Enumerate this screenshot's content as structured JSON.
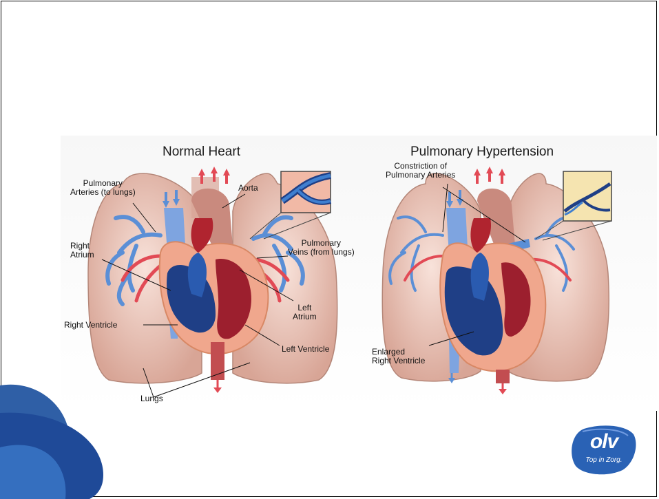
{
  "normal_heart": {
    "title": "Normal Heart",
    "labels": {
      "pulmonary_arteries": "Pulmonary\nArteries (to lungs)",
      "aorta": "Aorta",
      "right_atrium": "Right\nAtrium",
      "pulmonary_veins": "Pulmonary\nVeins (from lungs)",
      "left_atrium": "Left\nAtrium",
      "right_ventricle": "Right Ventricle",
      "left_ventricle": "Left Ventricle",
      "lungs": "Lungs"
    }
  },
  "pulmonary_hypertension": {
    "title": "Pulmonary Hypertension",
    "labels": {
      "constriction": "Constriction of\nPulmonary Arteries",
      "enlarged_rv": "Enlarged\nRight Ventricle"
    }
  },
  "logo": {
    "text": "olv",
    "tagline": "Top in Zorg."
  },
  "colors": {
    "lung": "#e9c2b5",
    "lung_dark": "#c99a8c",
    "deoxygenated": "#5b8fd6",
    "oxygenated": "#e24a55",
    "heart_dark_blue": "#1f3f86",
    "heart_red": "#9c1f2e",
    "logo_blue": "#2a62b5"
  }
}
